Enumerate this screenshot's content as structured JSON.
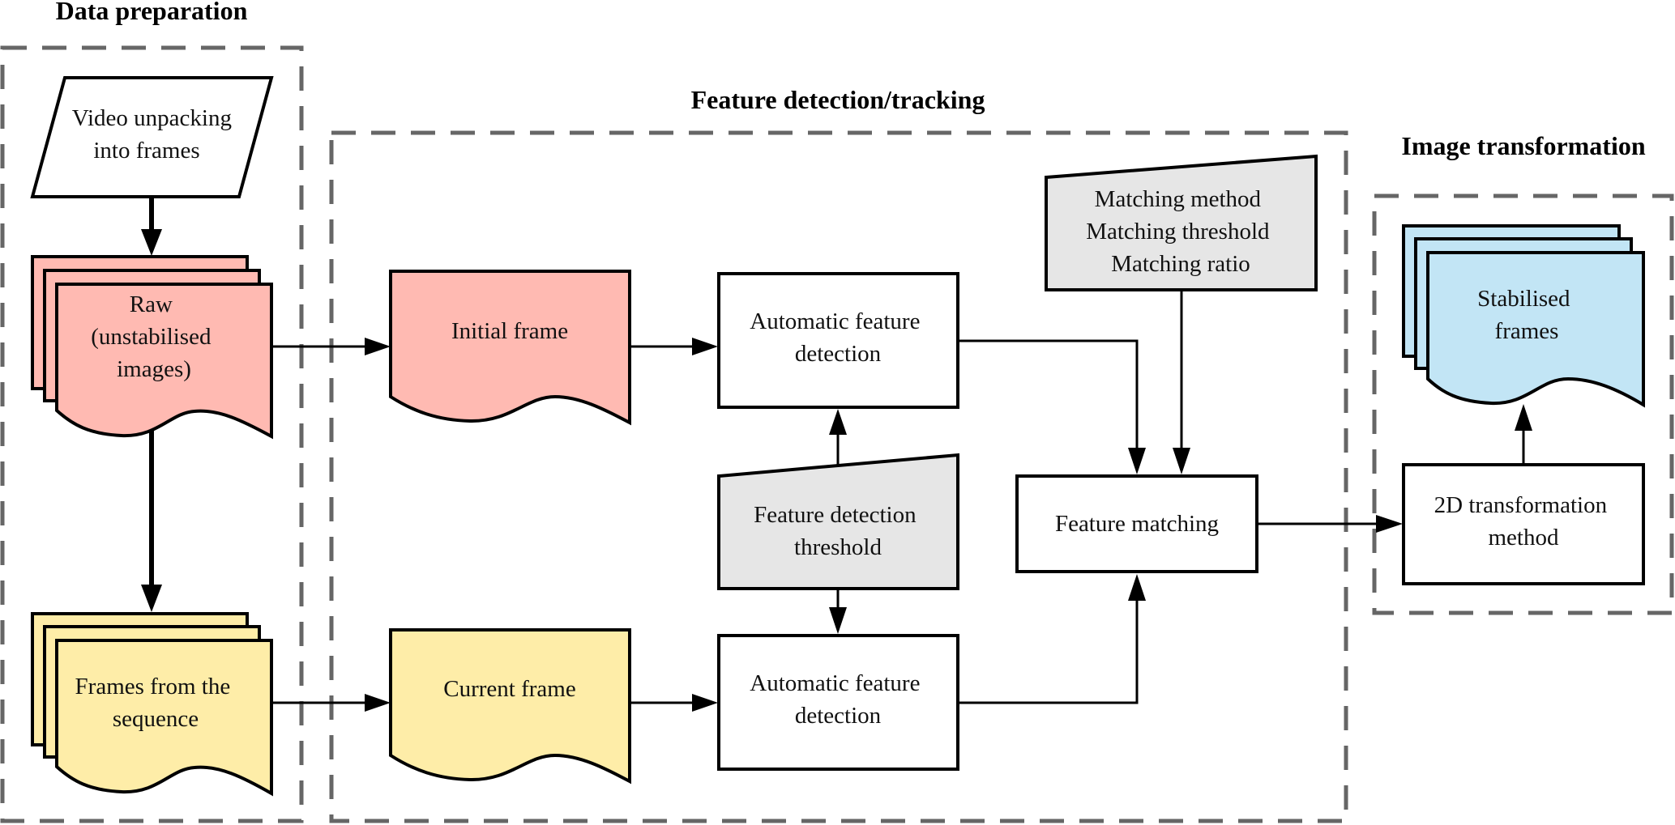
{
  "colors": {
    "raw": "#FFBAB2",
    "sequence": "#FEEDA8",
    "stabilised": "#C2E5F5",
    "parameter": "#E6E6E6",
    "process": "#FFFFFF",
    "group_border": "#666666"
  },
  "groups": {
    "data_preparation": {
      "title": "Data preparation"
    },
    "feature_detection": {
      "title": "Feature detection/tracking"
    },
    "image_transformation": {
      "title": "Image transformation"
    }
  },
  "nodes": {
    "video_unpacking": {
      "type": "input-output",
      "lines": [
        "Video unpacking",
        "into frames"
      ]
    },
    "raw_images": {
      "type": "multi-document",
      "lines": [
        "Raw",
        "(unstabilised",
        "images)"
      ]
    },
    "frames_sequence": {
      "type": "multi-document",
      "lines": [
        "Frames from the",
        "sequence"
      ]
    },
    "initial_frame": {
      "type": "document",
      "lines": [
        "Initial frame"
      ]
    },
    "current_frame": {
      "type": "document",
      "lines": [
        "Current frame"
      ]
    },
    "afd_top": {
      "type": "process",
      "lines": [
        "Automatic feature",
        "detection"
      ]
    },
    "afd_bottom": {
      "type": "process",
      "lines": [
        "Automatic feature",
        "detection"
      ]
    },
    "fd_threshold": {
      "type": "manual-input",
      "lines": [
        "Feature detection",
        "threshold"
      ]
    },
    "matching_params": {
      "type": "manual-input",
      "lines": [
        "Matching method",
        "Matching threshold",
        "Matching ratio"
      ]
    },
    "feature_matching": {
      "type": "process",
      "lines": [
        "Feature matching"
      ]
    },
    "transformation": {
      "type": "process",
      "lines": [
        "2D transformation",
        "method"
      ]
    },
    "stabilised_frames": {
      "type": "multi-document",
      "lines": [
        "Stabilised",
        "frames"
      ]
    }
  },
  "edges": [
    {
      "from": "video_unpacking",
      "to": "raw_images"
    },
    {
      "from": "raw_images",
      "to": "initial_frame"
    },
    {
      "from": "raw_images",
      "to": "frames_sequence"
    },
    {
      "from": "frames_sequence",
      "to": "current_frame"
    },
    {
      "from": "initial_frame",
      "to": "afd_top"
    },
    {
      "from": "current_frame",
      "to": "afd_bottom"
    },
    {
      "from": "fd_threshold",
      "to": "afd_top"
    },
    {
      "from": "fd_threshold",
      "to": "afd_bottom"
    },
    {
      "from": "afd_top",
      "to": "feature_matching"
    },
    {
      "from": "matching_params",
      "to": "feature_matching"
    },
    {
      "from": "afd_bottom",
      "to": "feature_matching"
    },
    {
      "from": "feature_matching",
      "to": "transformation"
    },
    {
      "from": "transformation",
      "to": "stabilised_frames"
    }
  ]
}
